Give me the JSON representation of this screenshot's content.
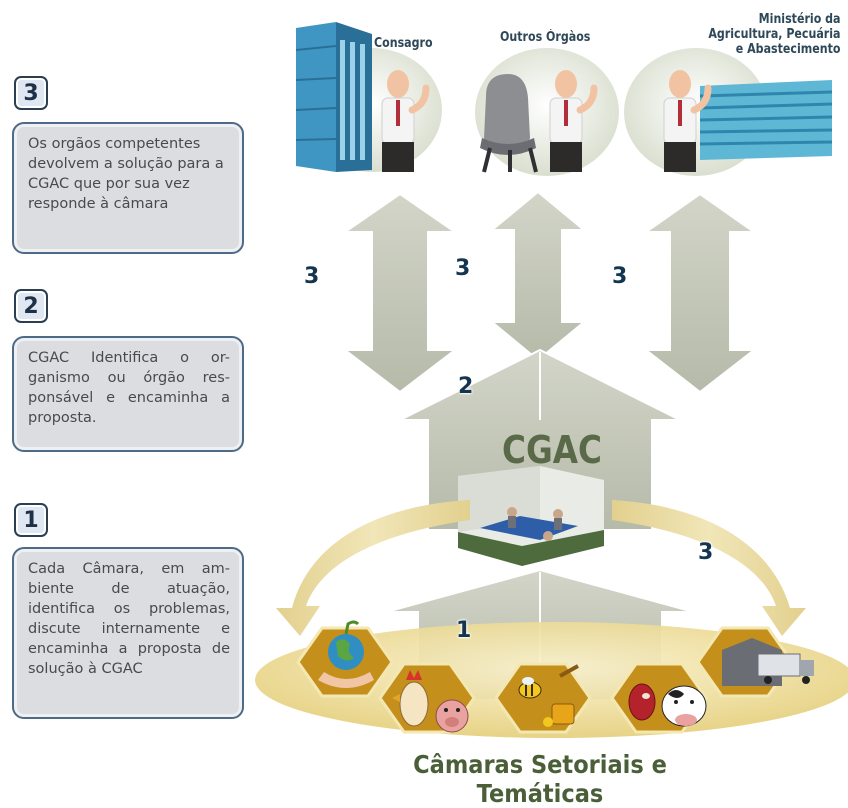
{
  "steps": [
    {
      "number": "3",
      "text": "Os orgãos competentes devolvem a solução para a CGAC que por sua vez responde à câmara"
    },
    {
      "number": "2",
      "text": "CGAC Identifica o or-ganismo ou órgão res-ponsável e encaminha a proposta."
    },
    {
      "number": "1",
      "text": "Cada Câmara, em am-biente de atuação, identifica os problemas, discute internamente e encaminha a proposta de solução à CGAC"
    }
  ],
  "organs": {
    "consagro": "Consagro",
    "outros": "Outros Órgàos",
    "ministerio_line1": "Ministério da",
    "ministerio_line2": "Agricultura, Pecuária",
    "ministerio_line3": "e Abastecimento"
  },
  "arrow_labels": {
    "left": "3",
    "center": "3",
    "right": "3",
    "to_cgac": "2",
    "from_camaras": "1",
    "return_right": "3"
  },
  "center_label": "CGAC",
  "bottom_title": "Câmaras Setoriais e Temáticas",
  "colors": {
    "arrow_gray": "#c3c7b8",
    "building_blue": "#3b8fb8",
    "cgac_text": "#5a6a48",
    "curve_yellow": "#d8c98a",
    "honeycomb": "#c28a1a",
    "box_border": "#4d6a86",
    "number_blue": "#13354f"
  },
  "icons": [
    "office-building-icon",
    "businessman-icon",
    "office-chair-icon",
    "meeting-room-icon",
    "globe-hand-icon",
    "rooster-pig-icon",
    "bee-honey-icon",
    "cow-meat-icon",
    "truck-warehouse-icon"
  ]
}
